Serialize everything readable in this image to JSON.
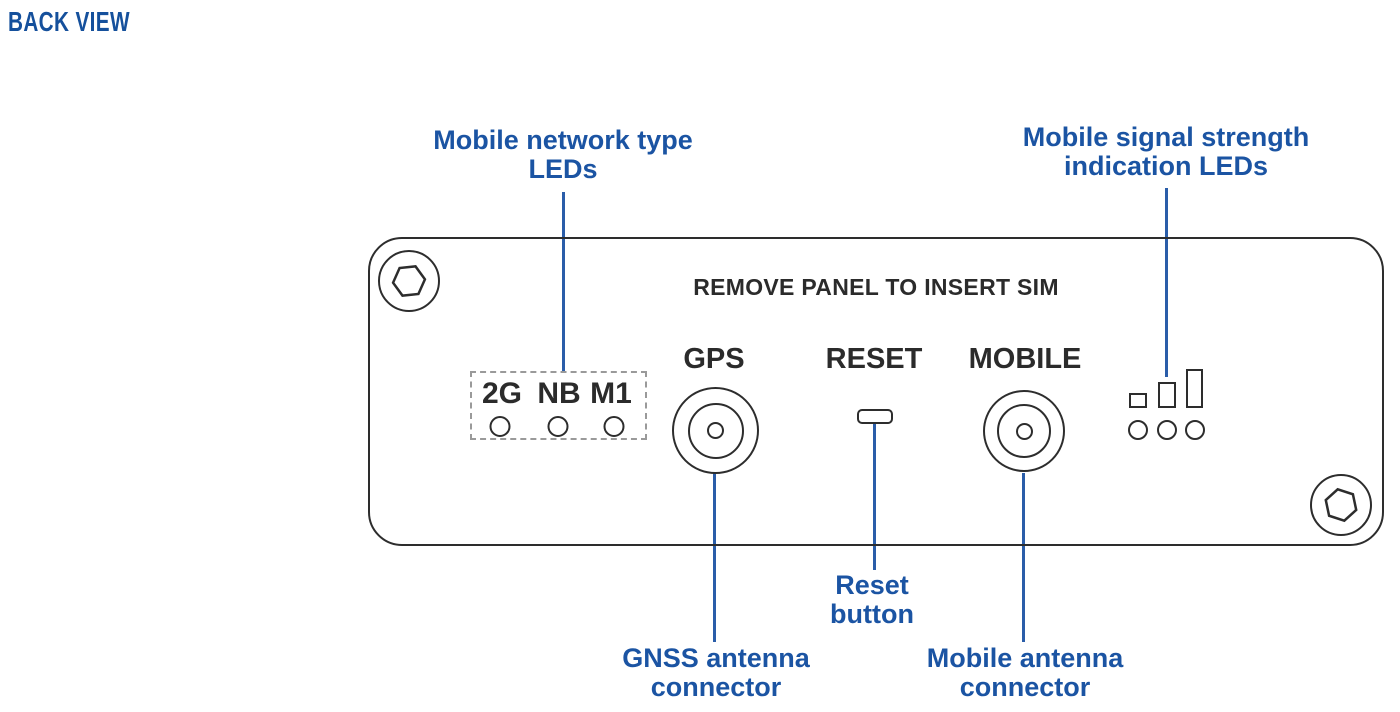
{
  "title": "BACK VIEW",
  "callouts": {
    "network_type": {
      "line1": "Mobile network type",
      "line2": "LEDs"
    },
    "signal_strength": {
      "line1": "Mobile signal strength",
      "line2": "indication LEDs"
    },
    "reset": {
      "line1": "Reset",
      "line2": "button"
    },
    "gnss": {
      "line1": "GNSS antenna",
      "line2": "connector"
    },
    "mobile_antenna": {
      "line1": "Mobile antenna",
      "line2": "connector"
    }
  },
  "panel": {
    "sim_notice": "REMOVE PANEL TO INSERT SIM",
    "led_labels": [
      "2G",
      "NB",
      "M1"
    ],
    "gps_label": "GPS",
    "reset_label": "RESET",
    "mobile_label": "MOBILE"
  },
  "colors": {
    "label_blue": "#1b54a3",
    "leader_blue": "#2a5da9",
    "outline_dark": "#2d2d2d",
    "dashed_gray": "#9a9a9a"
  }
}
